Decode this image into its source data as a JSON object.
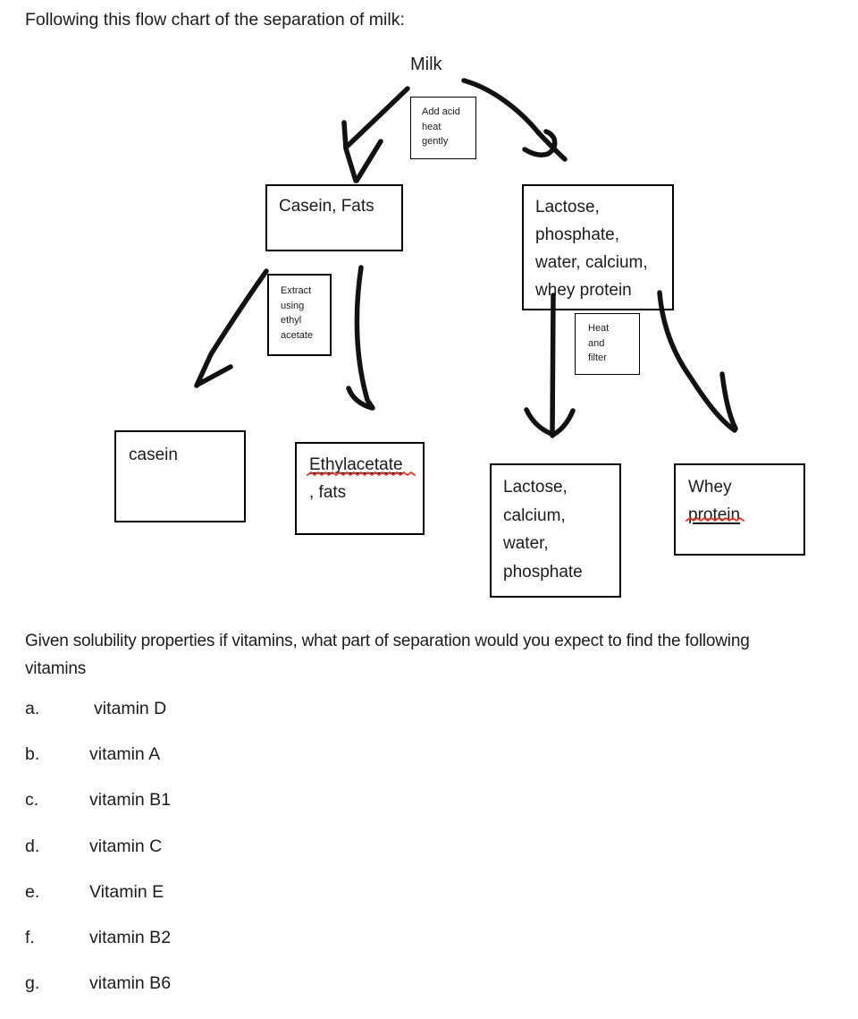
{
  "colors": {
    "ink": "#121212",
    "squiggle_red": "#e03e2d"
  },
  "intro": {
    "text": "Following this flow chart of the separation of milk:"
  },
  "flowchart": {
    "milk_label": "Milk",
    "boxes": {
      "add_acid": {
        "lines": [
          "Add acid",
          "heat",
          "gently"
        ]
      },
      "casein_fats": {
        "lines": [
          "Casein, Fats"
        ]
      },
      "lactose_phosphate": {
        "lines": [
          "Lactose,",
          "phosphate,",
          "water, calcium,",
          "whey protein"
        ]
      },
      "extract": {
        "lines": [
          "Extract",
          "using",
          "ethyl",
          "acetate"
        ]
      },
      "heat_filter": {
        "lines": [
          "Heat",
          "and",
          "filter"
        ]
      },
      "casein": {
        "lines": [
          "casein"
        ]
      },
      "ethylacetate": {
        "lines": [
          "Ethylacetate",
          ", fats"
        ]
      },
      "lactose_calcium": {
        "lines": [
          "Lactose,",
          "calcium,",
          "water,",
          "phosphate"
        ]
      },
      "whey_protein": {
        "lines": [
          "Whey",
          "protein"
        ]
      }
    }
  },
  "question": {
    "lines": [
      "Given solubility properties if vitamins, what part of separation would you expect to find the following",
      "vitamins"
    ]
  },
  "vitamins": [
    {
      "letter": "a.",
      "name": "vitamin D"
    },
    {
      "letter": "b.",
      "name": "vitamin A"
    },
    {
      "letter": "c.",
      "name": "vitamin B1"
    },
    {
      "letter": "d.",
      "name": "vitamin C"
    },
    {
      "letter": "e.",
      "name": "Vitamin E"
    },
    {
      "letter": "f.",
      "name": "vitamin B2"
    },
    {
      "letter": "g.",
      "name": "vitamin B6"
    }
  ]
}
